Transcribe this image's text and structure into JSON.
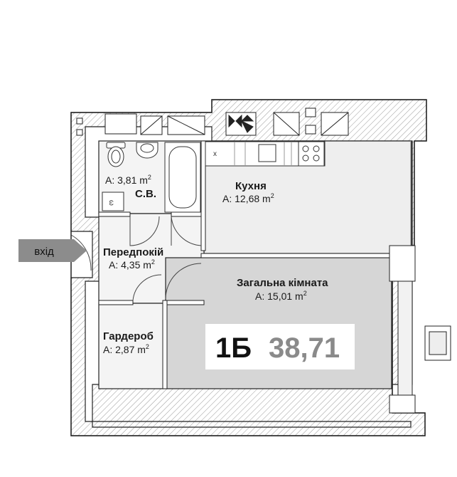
{
  "entrance": {
    "label": "вхід"
  },
  "rooms": [
    {
      "id": "bathroom",
      "name": "С.В.",
      "area_prefix": "А: 3,81 m",
      "area_unit_sup": "2"
    },
    {
      "id": "kitchen",
      "name": "Кухня",
      "area_prefix": "А: 12,68 m",
      "area_unit_sup": "2"
    },
    {
      "id": "hallway",
      "name": "Передпокій",
      "area_prefix": "А: 4,35 m",
      "area_unit_sup": "2"
    },
    {
      "id": "living",
      "name": "Загальна кімната",
      "area_prefix": "А: 15,01 m",
      "area_unit_sup": "2"
    },
    {
      "id": "wardrobe",
      "name": "Гардероб",
      "area_prefix": "А: 2,87 m",
      "area_unit_sup": "2"
    }
  ],
  "unit": {
    "code": "1Б",
    "total_area": "38,71"
  },
  "fixtures": {
    "washer_mark": "ω",
    "kitchen_mark": "x"
  },
  "colors": {
    "wall": "#ffffff",
    "wall_stroke": "#222222",
    "living_fill": "#d6d6d6",
    "floor_fill": "#eeeeee",
    "arrow_fill": "#8c8c8c"
  }
}
